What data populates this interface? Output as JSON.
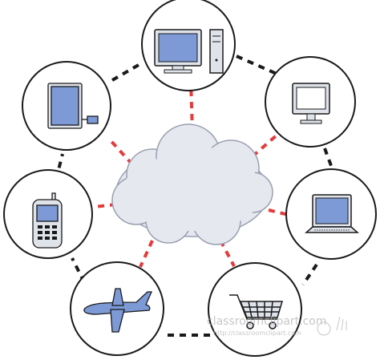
{
  "diagram": {
    "center_node": "cloud",
    "nodes": [
      {
        "id": "desktop-computer",
        "icon": "desktop-computer-icon"
      },
      {
        "id": "monitor",
        "icon": "monitor-icon"
      },
      {
        "id": "laptop",
        "icon": "laptop-icon"
      },
      {
        "id": "shopping-cart",
        "icon": "shopping-cart-icon"
      },
      {
        "id": "airplane",
        "icon": "airplane-icon"
      },
      {
        "id": "cell-phone",
        "icon": "cell-phone-icon"
      },
      {
        "id": "tablet",
        "icon": "tablet-icon"
      }
    ],
    "cloud_link_style": "red dashed",
    "ring_link_style": "black dashed"
  },
  "colors": {
    "circle_fill": "#ffffff",
    "circle_stroke": "#1a1a1a",
    "cloud_fill": "#e6e8ef",
    "cloud_stroke": "#9aa0b0",
    "screen_blue": "#7d9ad6",
    "device_body": "#dfe3ea",
    "red_link": "#e53a3a",
    "black_link": "#1a1a1a"
  },
  "watermark": {
    "line1": "classroomclipart.com",
    "line2": "http://classroomclipart.com"
  }
}
